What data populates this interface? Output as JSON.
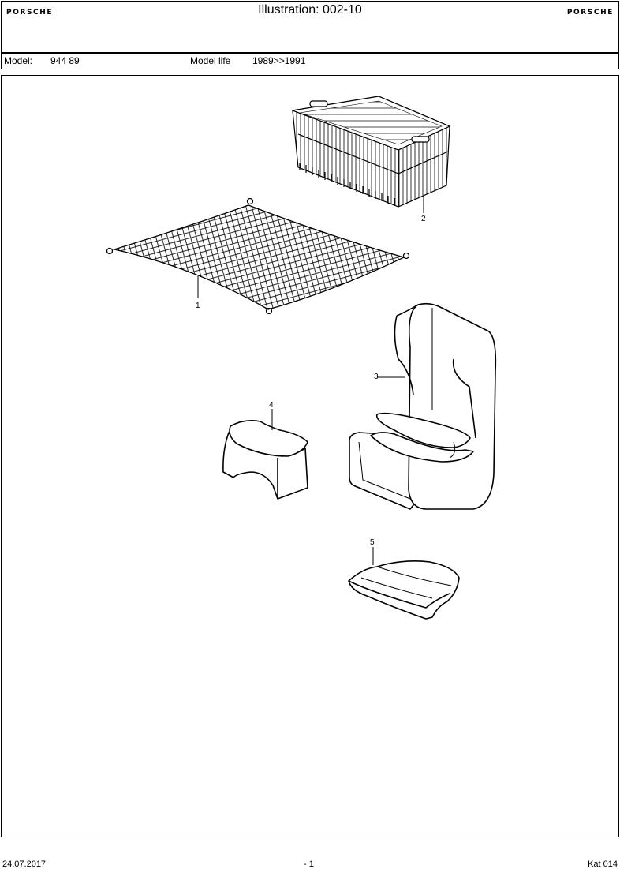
{
  "header": {
    "brand_left": "PORSCHE",
    "brand_right": "PORSCHE",
    "title": "Illustration: 002-10"
  },
  "model_bar": {
    "model_label": "Model:",
    "model_value": "944 89",
    "life_label": "Model life",
    "life_value": "1989>>1991"
  },
  "parts": [
    {
      "number": "1",
      "item": "luggage net"
    },
    {
      "number": "2",
      "item": "basket"
    },
    {
      "number": "3",
      "item": "child seat"
    },
    {
      "number": "4",
      "item": "booster cushion"
    },
    {
      "number": "5",
      "item": "seat cushion"
    }
  ],
  "footer": {
    "date": "24.07.2017",
    "page": "- 1",
    "catalog": "Kat 014"
  }
}
